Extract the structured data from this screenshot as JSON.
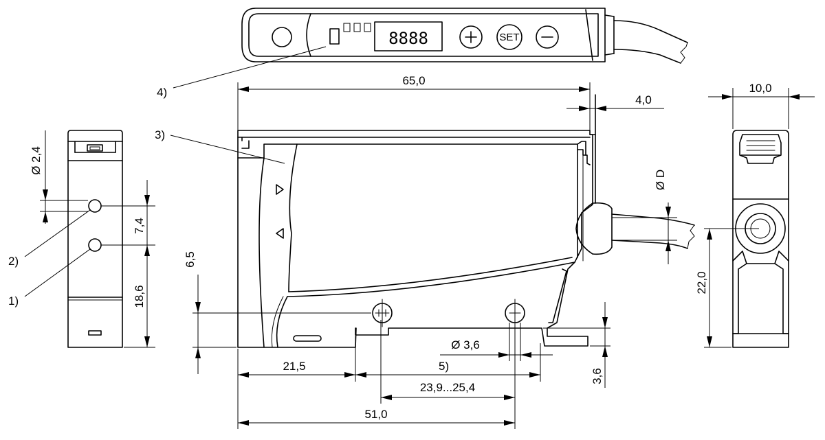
{
  "display": {
    "digits": "8888",
    "set_label": "SET",
    "plus": "+",
    "minus": "−"
  },
  "callouts": {
    "c1": "1)",
    "c2": "2)",
    "c3": "3)",
    "c4": "4)",
    "c5": "5)"
  },
  "dims": {
    "d65": "65,0",
    "d4": "4,0",
    "d10": "10,0",
    "dphi24": "Ø 2,4",
    "d74": "7,4",
    "d186": "18,6",
    "d65b": "6,5",
    "dphiD": "Ø D",
    "d220": "22,0",
    "dphi36": "Ø 3,6",
    "d36": "3,6",
    "d215": "21,5",
    "d239": "23,9...25,4",
    "d510": "51,0"
  },
  "icons": {
    "arrow_right": "triangle-right",
    "arrow_left": "triangle-left"
  }
}
